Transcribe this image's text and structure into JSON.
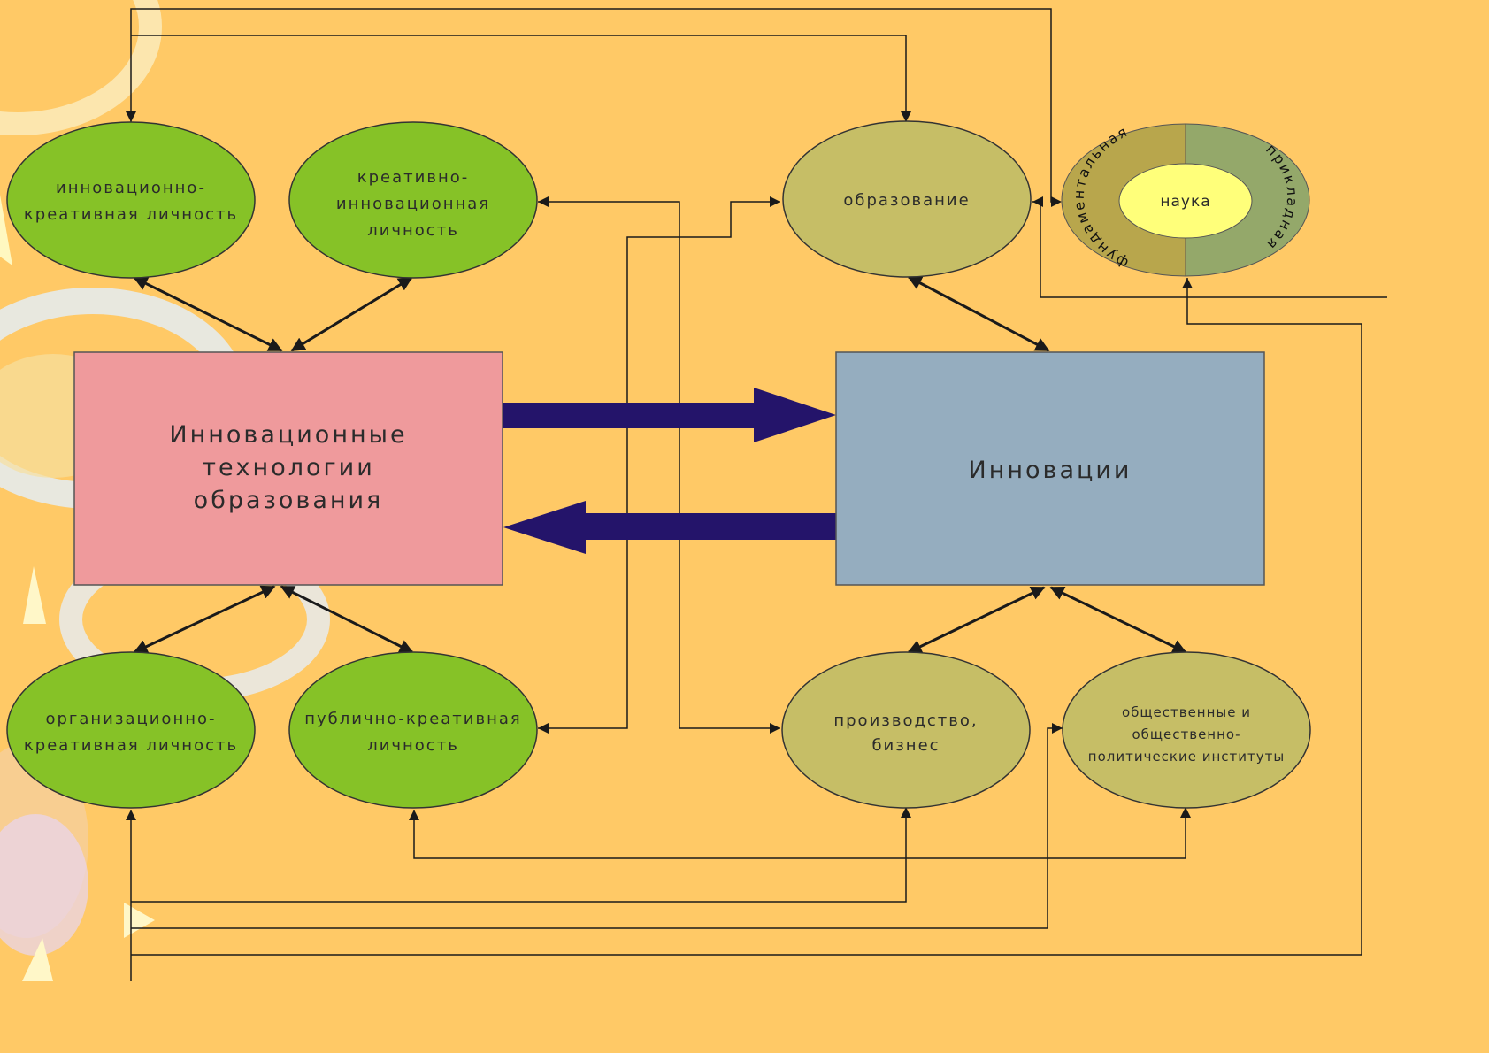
{
  "left_box": {
    "lines": [
      "Инновационные",
      "технологии",
      "образования"
    ],
    "color": "#ef9a9c"
  },
  "right_box": {
    "label": "Инновации",
    "color": "#95adbf"
  },
  "personalities": {
    "innovative_creative": {
      "lines": [
        "инновационно-",
        "креативная личность"
      ]
    },
    "creative_innovative": {
      "lines": [
        "креативно-",
        "инновационная",
        "личность"
      ]
    },
    "organizational_creative": {
      "lines": [
        "организационно-",
        "креативная личность"
      ]
    },
    "public_creative": {
      "lines": [
        "публично-креативная",
        "личность"
      ]
    }
  },
  "spheres": {
    "education": {
      "lines": [
        "образование"
      ]
    },
    "production": {
      "lines": [
        "производство,",
        "бизнес"
      ]
    },
    "public_institutions": {
      "lines": [
        "общественные и",
        "общественно-",
        "политические институты"
      ]
    }
  },
  "science": {
    "center": "наука",
    "fundamental": "фундаментальная",
    "applied": "прикладная"
  },
  "colors": {
    "background": "#ffc966",
    "green": "#86c227",
    "olive": "#c6be66",
    "big_arrow": "#24146a",
    "line": "#1a1a1a",
    "science_center": "#ffff7a",
    "ring_left": "#b8a64c",
    "ring_right": "#94a86a"
  }
}
